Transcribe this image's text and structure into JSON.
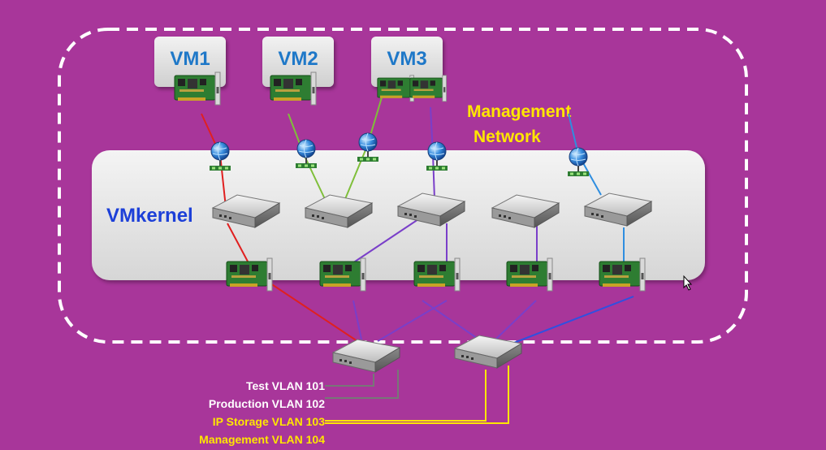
{
  "vms": [
    {
      "label": "VM1"
    },
    {
      "label": "VM2"
    },
    {
      "label": "VM3"
    }
  ],
  "vmkernel": {
    "label": "VMkernel"
  },
  "management_network": {
    "line1": "Management",
    "line2": "Network"
  },
  "vlans": [
    "Test VLAN 101",
    "Production VLAN 102",
    "IP Storage VLAN 103",
    "Management VLAN 104"
  ],
  "colors": {
    "background": "#a8369a",
    "vm_label": "#1f78c8",
    "vmkernel_label": "#1c3fd8",
    "highlight_text": "#ffe600",
    "link_red": "#e02020",
    "link_green": "#7fbf3a",
    "link_purple": "#7a3fc9",
    "link_blue": "#2f8ee0"
  }
}
